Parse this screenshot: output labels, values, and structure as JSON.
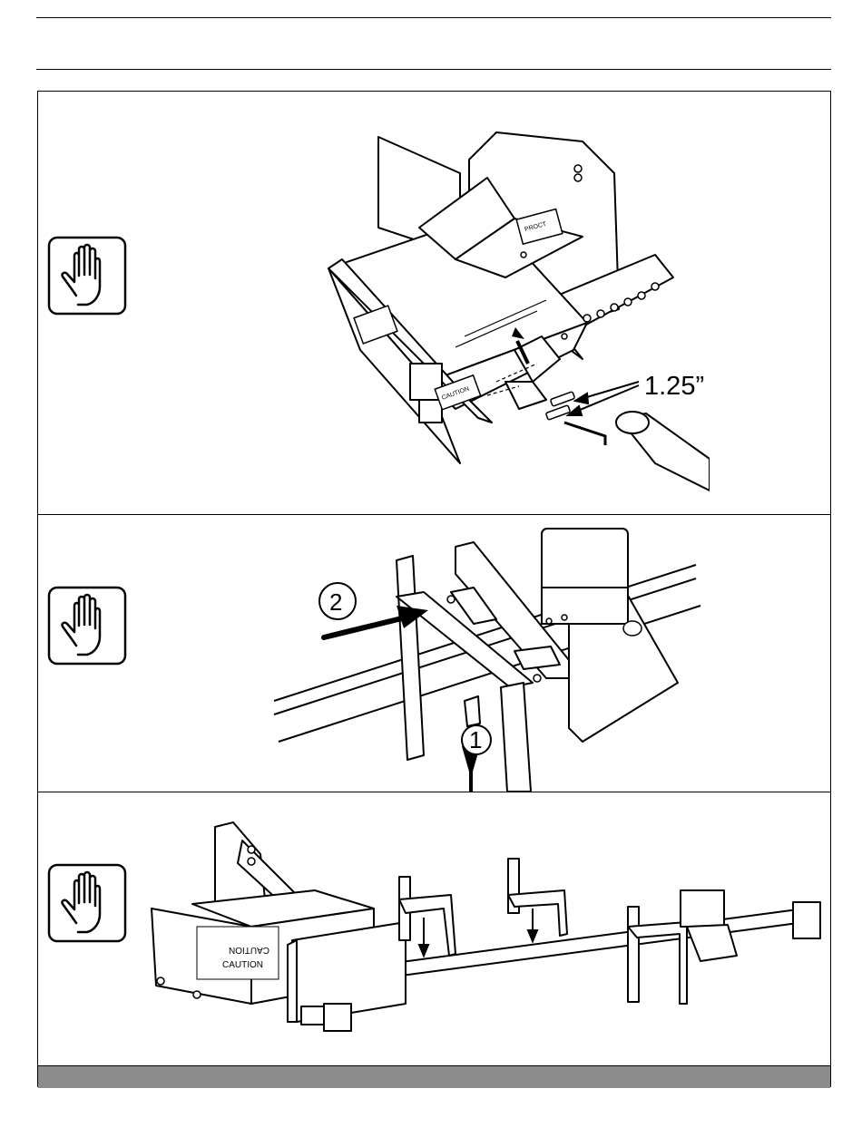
{
  "panels": [
    {
      "icon": "stop-hand-icon",
      "callout": "1.25”",
      "label_caution": "CAUTION",
      "label_pinch": "PROCT"
    },
    {
      "icon": "stop-hand-icon",
      "step1": "1",
      "step2": "2"
    },
    {
      "icon": "stop-hand-icon",
      "label_caution": "CAUTION",
      "label_caution_mirrored": "CAUTION"
    }
  ]
}
